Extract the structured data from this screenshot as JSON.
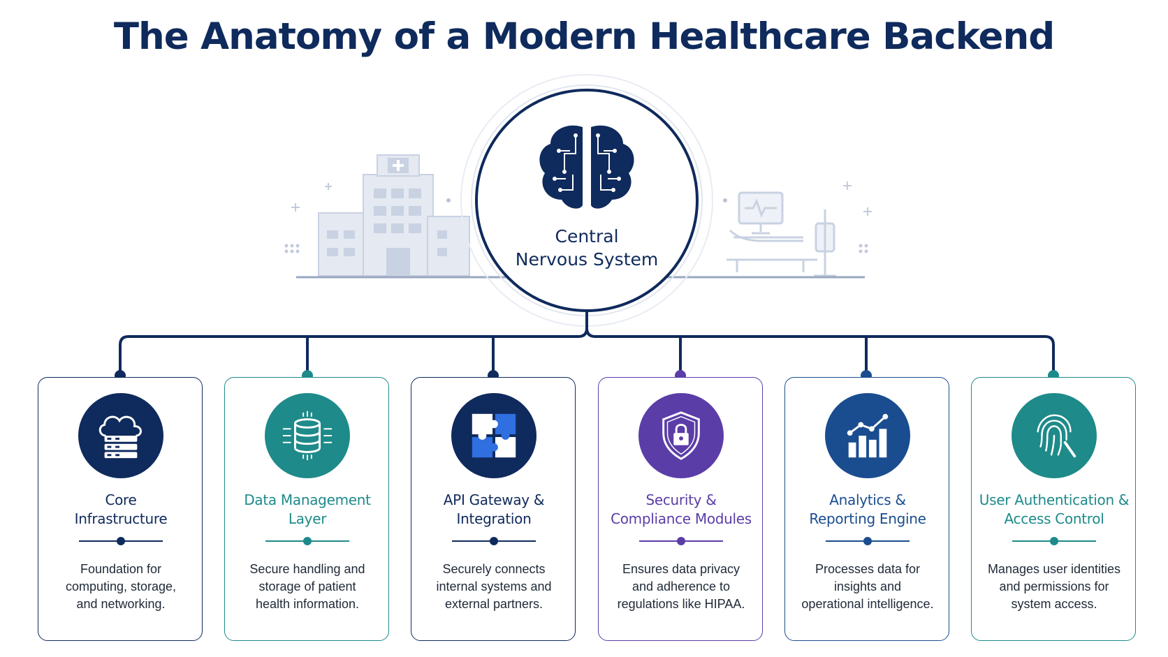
{
  "title": "The Anatomy of a Modern Healthcare Backend",
  "hub": {
    "label_line1": "Central",
    "label_line2": "Nervous System",
    "icon": "brain-circuit-icon"
  },
  "colors": {
    "navy": "#0f2a5c",
    "teal": "#1e8a8a",
    "purple": "#5b3da8",
    "blue": "#1a4d8f"
  },
  "cards": [
    {
      "id": "core-infrastructure",
      "icon": "cloud-server-icon",
      "title_lines": [
        "Core",
        "Infrastructure"
      ],
      "desc_lines": [
        "Foundation for",
        "computing, storage,",
        "and networking."
      ],
      "color": "#0f2a5c"
    },
    {
      "id": "data-management",
      "icon": "database-icon",
      "title_lines": [
        "Data Management",
        "Layer"
      ],
      "desc_lines": [
        "Secure handling and",
        "storage of patient",
        "health information."
      ],
      "color": "#1e8a8a"
    },
    {
      "id": "api-gateway",
      "icon": "puzzle-icon",
      "title_lines": [
        "API Gateway &",
        "Integration"
      ],
      "desc_lines": [
        "Securely connects",
        "internal systems and",
        "external partners."
      ],
      "color": "#0f2a5c"
    },
    {
      "id": "security-compliance",
      "icon": "shield-lock-icon",
      "title_lines": [
        "Security &",
        "Compliance Modules"
      ],
      "desc_lines": [
        "Ensures data privacy",
        "and adherence to",
        "regulations like HIPAA."
      ],
      "color": "#5b3da8"
    },
    {
      "id": "analytics-reporting",
      "icon": "bar-chart-icon",
      "title_lines": [
        "Analytics &",
        "Reporting Engine"
      ],
      "desc_lines": [
        "Processes data for",
        "insights and",
        "operational intelligence."
      ],
      "color": "#1a4d8f"
    },
    {
      "id": "user-authentication",
      "icon": "fingerprint-icon",
      "title_lines": [
        "User Authentication &",
        "Access Control"
      ],
      "desc_lines": [
        "Manages user identities",
        "and permissions for",
        "system access."
      ],
      "color": "#1e8a8a"
    }
  ]
}
